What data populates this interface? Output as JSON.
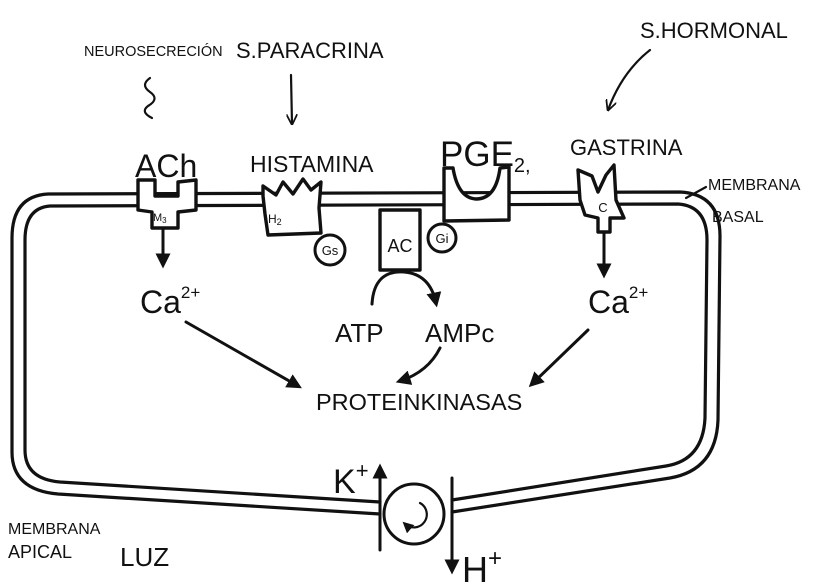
{
  "signals": {
    "neurosecretion": "NEUROSECRECIÓN",
    "paracrine": "S.PARACRINA",
    "hormonal": "S.HORMONAL"
  },
  "ligands": {
    "ach": "ACh",
    "histamine": "HISTAMINA",
    "pge": "PGE",
    "pge_sub": "2,",
    "gastrin": "GASTRINA"
  },
  "receptors": {
    "m3": "M",
    "m3_sub": "3",
    "h2": "H",
    "h2_sub": "2",
    "gastrin": "C"
  },
  "g_proteins": {
    "gs": "Gs",
    "gi": "Gi"
  },
  "enzyme": {
    "ac": "AC"
  },
  "messengers": {
    "calcium": "Ca",
    "calcium_charge": "2+",
    "atp": "ATP",
    "ampc": "AMPc"
  },
  "kinases": "PROTEINKINASAS",
  "ions": {
    "potassium": "K",
    "potassium_charge": "+",
    "hydrogen": "H",
    "hydrogen_charge": "+"
  },
  "membrane": {
    "basal_line1": "MEMBRANA",
    "basal_line2": "BASAL",
    "apical_line1": "MEMBRANA",
    "apical_line2": "APICAL"
  },
  "lumen": "LUZ"
}
